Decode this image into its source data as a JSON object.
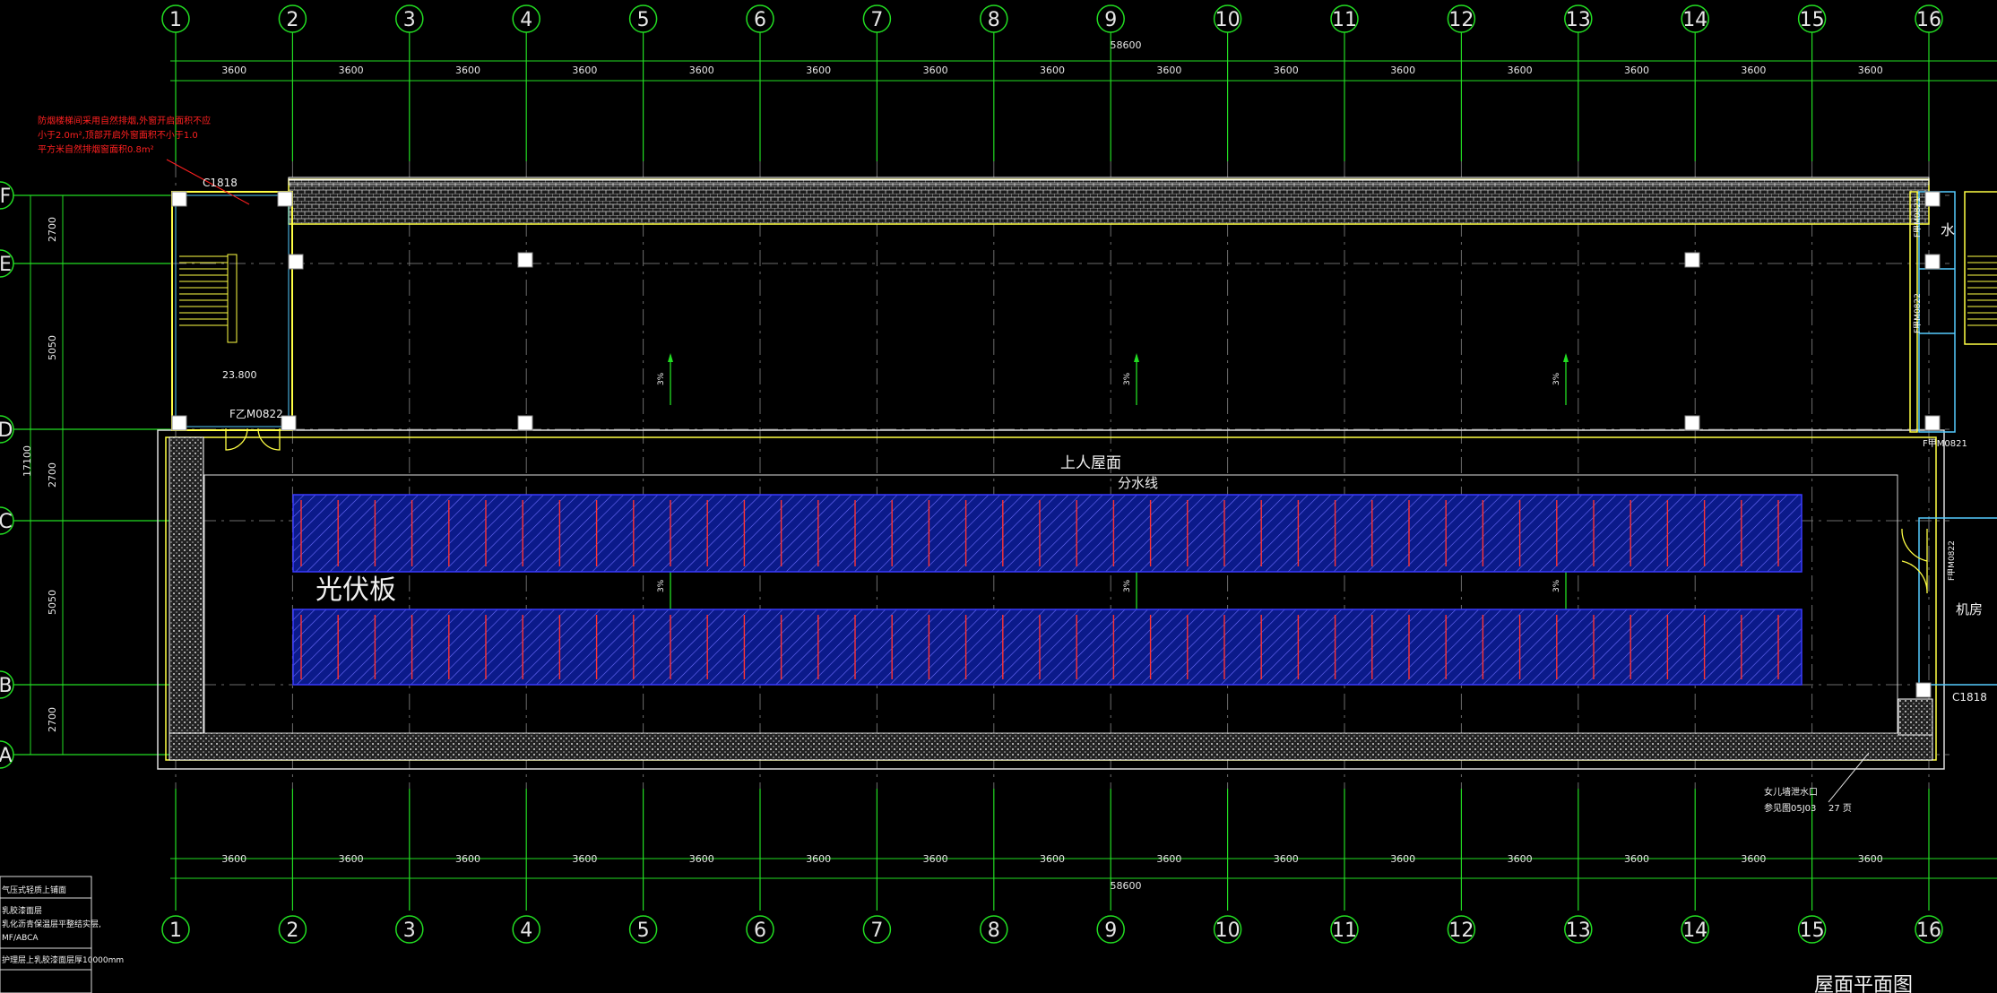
{
  "drawing": {
    "title": "屋面平面图",
    "axes_x": [
      "1",
      "2",
      "3",
      "4",
      "5",
      "6",
      "7",
      "8",
      "9",
      "10",
      "11",
      "12",
      "13",
      "14",
      "15",
      "16"
    ],
    "axes_y": [
      "F",
      "E",
      "D",
      "C",
      "B",
      "A"
    ],
    "bay_dim": "3600",
    "total_dim": "58600",
    "left_dims": [
      "2700",
      "5050",
      "2700",
      "5050",
      "2700"
    ],
    "left_total": "17100",
    "room_labels": {
      "roof": "上人屋面",
      "ridge": "分水线",
      "pv": "光伏板",
      "machine_room": "机房",
      "water": "水",
      "stair_level": "23.800"
    },
    "door_window_tags": {
      "c1818_left": "C1818",
      "fm_left": "F乙M0822",
      "c1818_right": "C1818",
      "fm_right": "F甲M0821",
      "fm_right_top": "F甲M0821",
      "fm_right_mid": "F甲M0822",
      "fm_room": "F甲M0822"
    },
    "slope_label": "3%",
    "red_note": [
      "防烟楼梯间采用自然排烟,外窗开启面积不应",
      "小于2.0m²,顶部开启外窗面积不小于1.0",
      "平方米自然排烟窗面积0.8m²"
    ],
    "outlet_note": [
      "女儿墙泄水口",
      "参见图05J03"
    ],
    "outlet_page": "27 页",
    "legend_lines": [
      "气压式轻质上铺面",
      "乳胶漆面层",
      "乳化沥青保温层平整结实层,",
      "MF/ABCA",
      "护理层上乳胶漆面层厚10000mm"
    ],
    "colors": {
      "axis": "#22dd22",
      "wall": "#ffff44",
      "pv_fill": "#0b1a8a",
      "pv_line": "#ff3333",
      "note": "#ff2020",
      "cyan": "#55ccff"
    }
  }
}
